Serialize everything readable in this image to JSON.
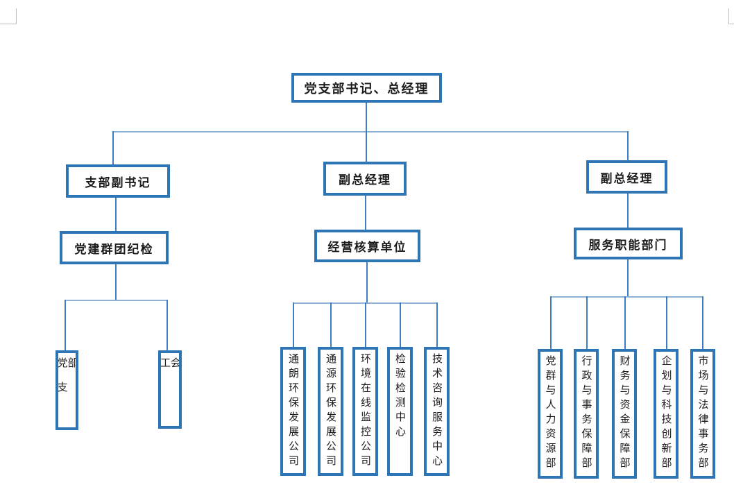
{
  "org_chart": {
    "title": "",
    "root": {
      "label": "党支部书记、总经理"
    },
    "branches": [
      {
        "manager": "支部副书记",
        "department": "党建群团纪检",
        "units": [
          "党支部",
          "工会"
        ]
      },
      {
        "manager": "副总经理",
        "department": "经营核算单位",
        "units": [
          "通朗环保发展公司",
          "通源环保发展公司",
          "环境在线监控公司",
          "检验检测中心",
          "技术咨询服务中心"
        ]
      },
      {
        "manager": "副总经理",
        "department": "服务职能部门",
        "units": [
          "党群与人力资源部",
          "行政与事务保障部",
          "财务与资金保障部",
          "企划与科技创新部",
          "市场与法律事务部"
        ]
      }
    ],
    "colors": {
      "box_border": "#2E75B6",
      "connector_vertical": "#3E7FC1",
      "connector_horizontal": "#8FB2D9",
      "text": "#1C1C1C",
      "page_crop_mark": "#BFBFBF"
    }
  }
}
